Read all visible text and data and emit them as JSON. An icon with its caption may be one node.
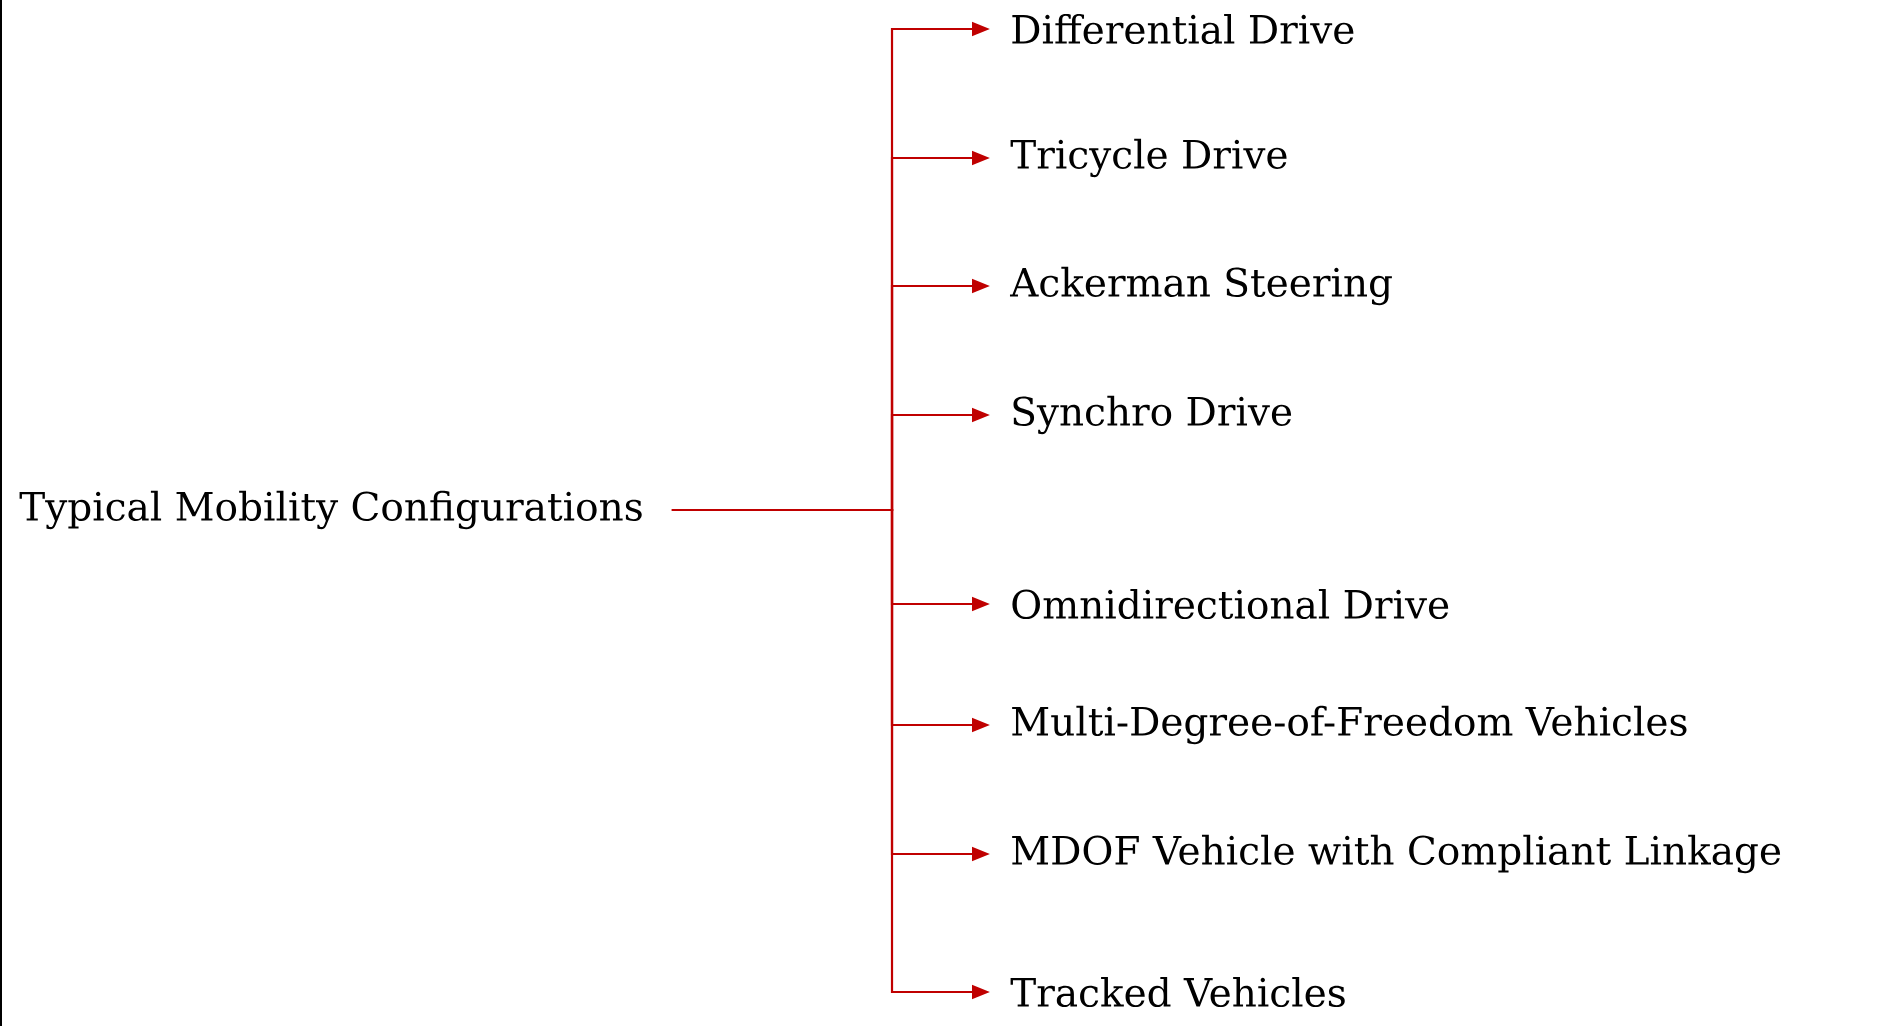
{
  "diagram": {
    "nodes": [
      {
        "text": [
          "Typical Mobility Configurations"
        ]
      },
      {
        "text": [
          "Differential Drive"
        ]
      },
      {
        "text": [
          "Tricycle Drive"
        ]
      },
      {
        "text": [
          "Ackerman Steering"
        ]
      },
      {
        "text": [
          "Synchro Drive"
        ]
      },
      {
        "text": [
          "Omnidirectional Drive"
        ]
      },
      {
        "text": [
          "Multi-Degree-of-Freedom Vehicles"
        ]
      },
      {
        "text": [
          "MDOF Vehicle with Compliant Linkage"
        ]
      },
      {
        "text": [
          "Tracked Vehicles"
        ]
      }
    ],
    "edges": [
      {
        "from": 0,
        "to": 1,
        "arrow": "to"
      },
      {
        "from": 0,
        "to": 2,
        "arrow": "to"
      },
      {
        "from": 0,
        "to": 3,
        "arrow": "to"
      },
      {
        "from": 0,
        "to": 4,
        "arrow": "to"
      },
      {
        "from": 0,
        "to": 5,
        "arrow": "to"
      },
      {
        "from": 0,
        "to": 6,
        "arrow": "to"
      },
      {
        "from": 0,
        "to": 7,
        "arrow": "to"
      },
      {
        "from": 0,
        "to": 8,
        "arrow": "to"
      }
    ]
  }
}
